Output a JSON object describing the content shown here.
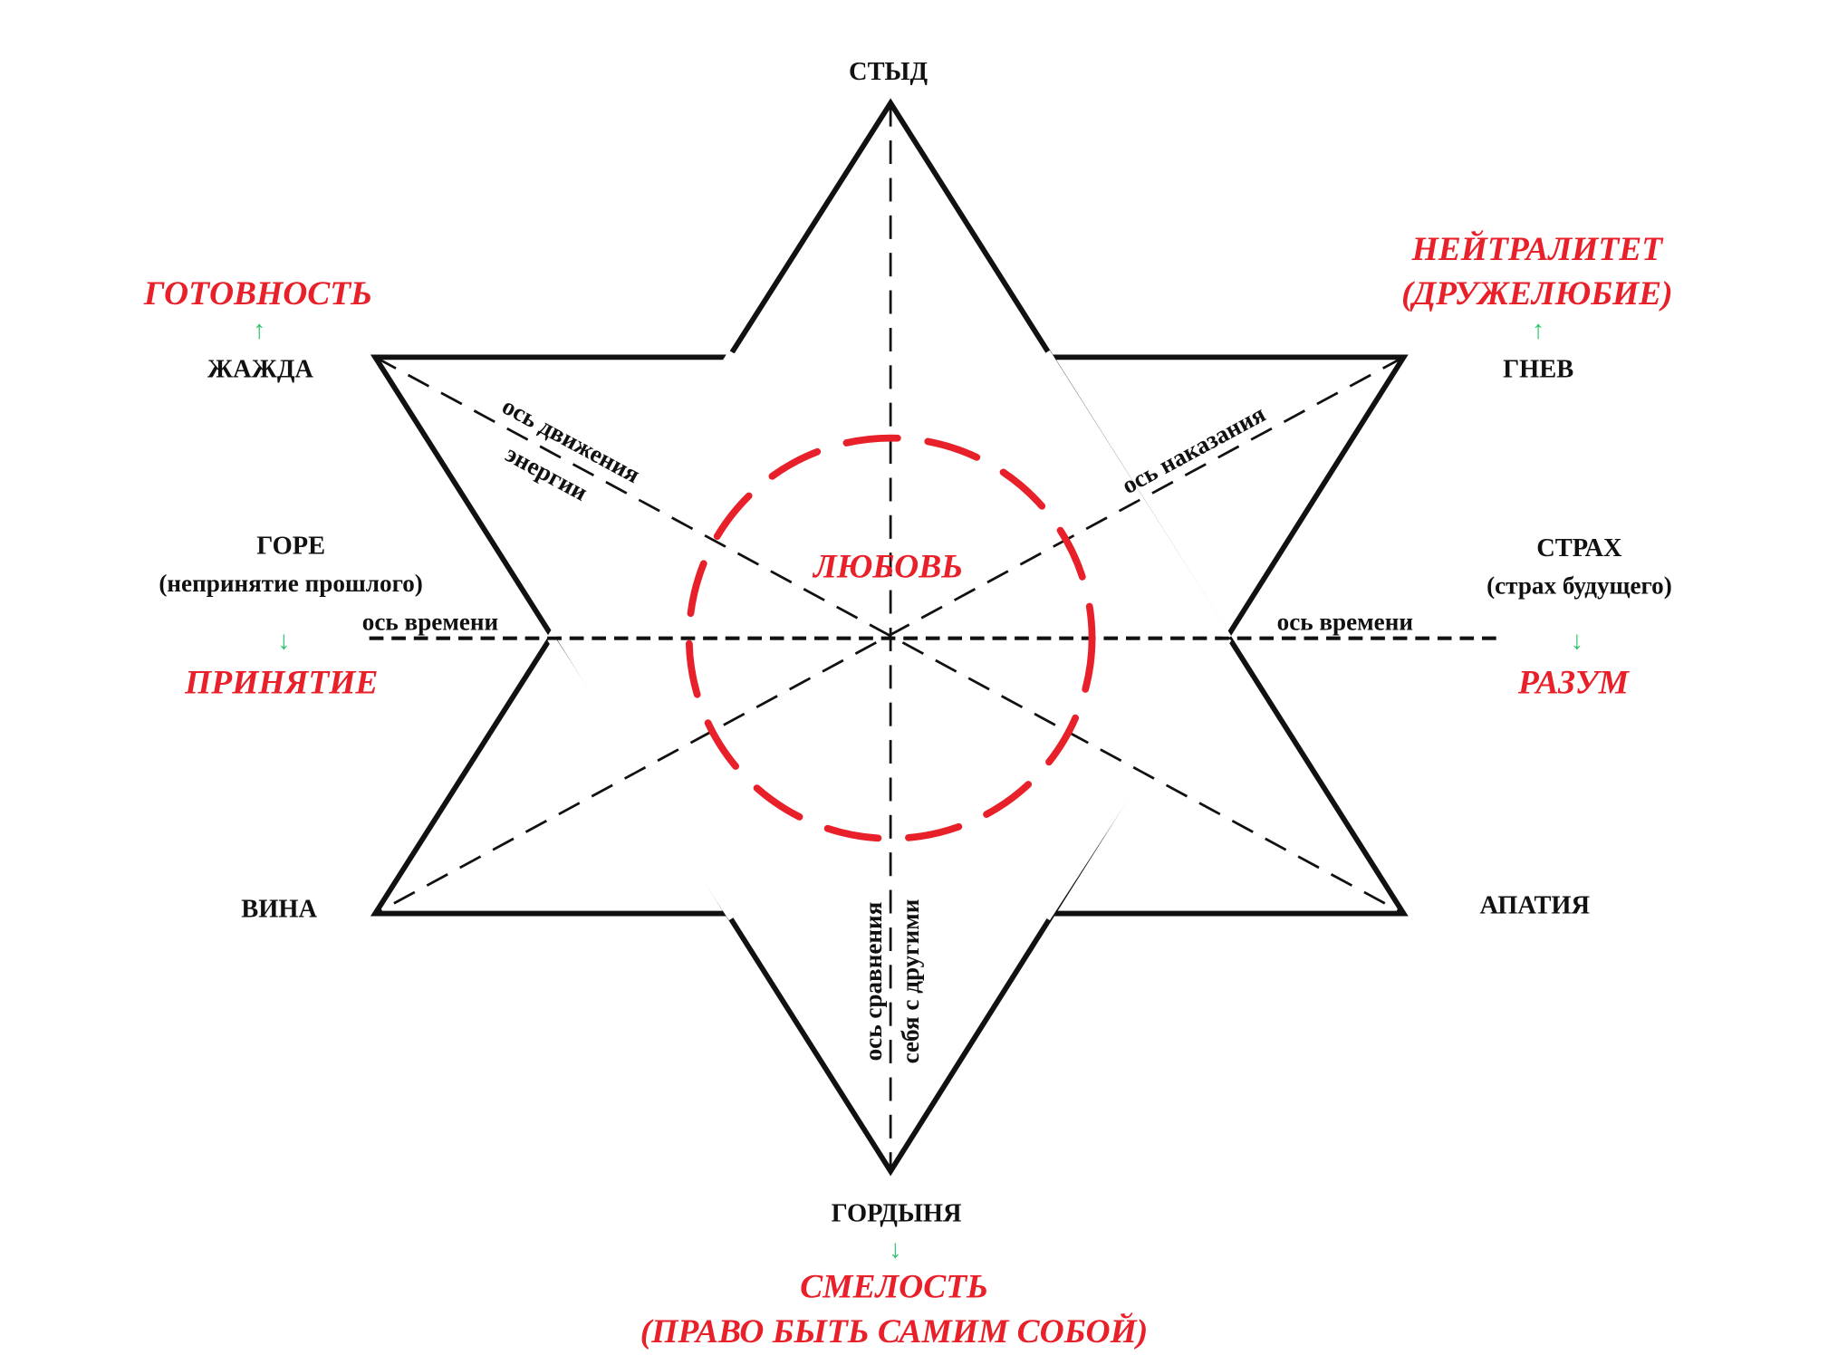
{
  "title_top": "СТЫД",
  "bottom": {
    "label": "ГОРДЫНЯ",
    "target_line1": "СМЕЛОСТЬ",
    "target_line2": "(ПРАВО БЫТЬ САМИМ СОБОЙ)"
  },
  "top_left": {
    "label": "ЖАЖДА",
    "target": "ГОТОВНОСТЬ"
  },
  "top_right": {
    "label": "ГНЕВ",
    "target_line1": "НЕЙТРАЛИТЕТ",
    "target_line2": "(ДРУЖЕЛЮБИЕ)"
  },
  "mid_left": {
    "label": "ГОРЕ",
    "sublabel": "(непринятие прошлого)",
    "target": "ПРИНЯТИЕ"
  },
  "mid_right": {
    "label": "СТРАХ",
    "sublabel": "(страх будущего)",
    "target": "РАЗУМ"
  },
  "bottom_left": {
    "label": "ВИНА"
  },
  "bottom_right": {
    "label": "АПАТИЯ"
  },
  "center": {
    "label": "ЛЮБОВЬ"
  },
  "axes": {
    "time_left": "ось времени",
    "time_right": "ось времени",
    "energy_line1": "ось движения",
    "energy_line2": "энергии",
    "punishment": "ось наказания",
    "comparison_line1": "ось сравнения",
    "comparison_line2": "себя с другими"
  },
  "arrows": {
    "up": "↑",
    "down": "↓"
  },
  "colors": {
    "accent": "#e8202a",
    "arrow": "#2fc46a",
    "line": "#111111"
  }
}
